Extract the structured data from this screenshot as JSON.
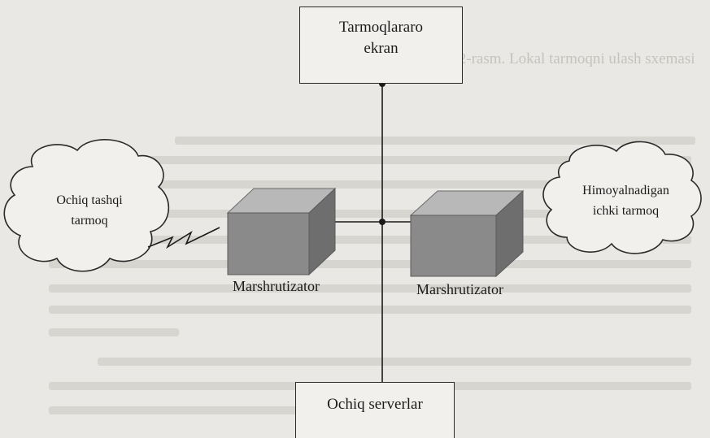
{
  "firewall_box": {
    "line1": "Tarmoqlararo",
    "line2": "ekran"
  },
  "left_cloud": {
    "line1": "Ochiq tashqi",
    "line2": "tarmoq"
  },
  "right_cloud": {
    "line1": "Himoyalnadigan",
    "line2": "ichki tarmoq"
  },
  "router_left": {
    "label": "Marshrutizator"
  },
  "router_right": {
    "label": "Marshrutizator"
  },
  "servers_box": {
    "label": "Ochiq serverlar"
  },
  "background_caption": "8.12-rasm. Lokal tarmoqni ulash sxemasi",
  "colors": {
    "line": "#1b1b1b",
    "cube_front": "#8a8a8a",
    "cube_top": "#b8b8b8",
    "cube_side": "#6e6e6e",
    "page": "#e9e8e4"
  }
}
